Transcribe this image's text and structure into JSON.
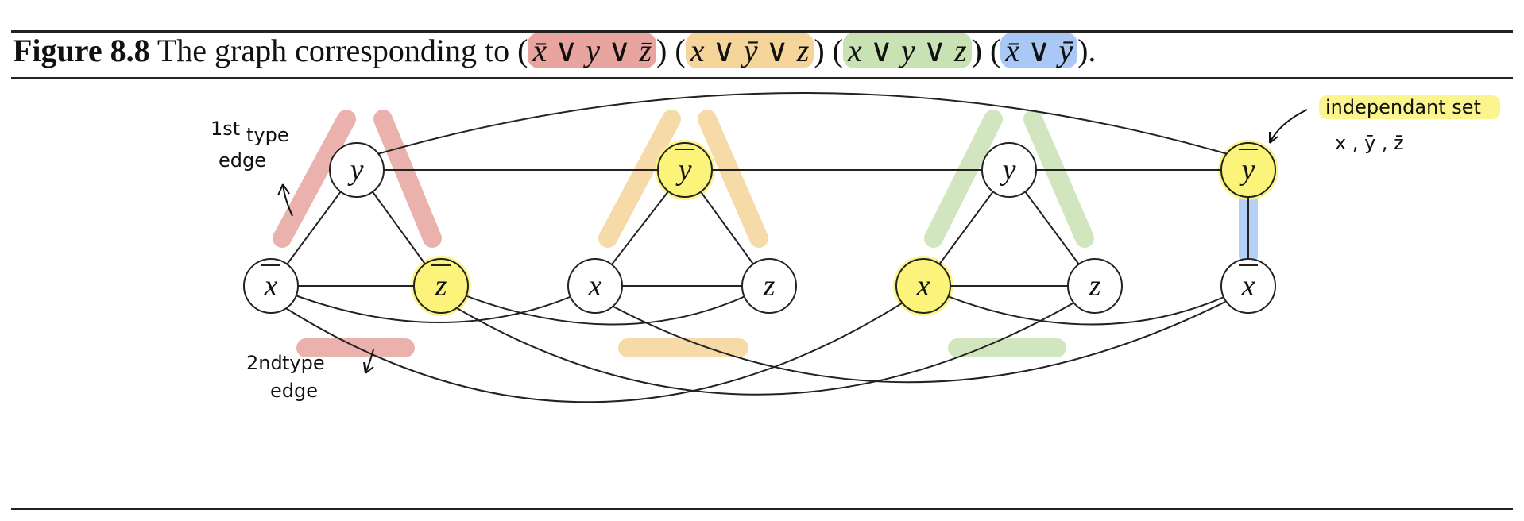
{
  "caption": {
    "figure_label": "Figure 8.8",
    "text": "The graph corresponding to",
    "clauses": [
      {
        "text": "x̄ ∨ y ∨ z̄",
        "color": "#e8a59f"
      },
      {
        "text": "x ∨ ȳ ∨ z",
        "color": "#f5d59a"
      },
      {
        "text": "x ∨ y ∨ z",
        "color": "#c9e2b4"
      },
      {
        "text": "x̄ ∨ ȳ",
        "color": "#a9c8f5"
      }
    ],
    "end": "."
  },
  "nodes": [
    {
      "label": "y",
      "negated": false,
      "highlight": false
    },
    {
      "label": "x",
      "negated": true,
      "highlight": false
    },
    {
      "label": "z",
      "negated": true,
      "highlight": true
    },
    {
      "label": "y",
      "negated": true,
      "highlight": true
    },
    {
      "label": "x",
      "negated": false,
      "highlight": false
    },
    {
      "label": "z",
      "negated": false,
      "highlight": false
    },
    {
      "label": "y",
      "negated": false,
      "highlight": false
    },
    {
      "label": "x",
      "negated": false,
      "highlight": true
    },
    {
      "label": "z",
      "negated": false,
      "highlight": false
    },
    {
      "label": "y",
      "negated": true,
      "highlight": true
    },
    {
      "label": "x",
      "negated": true,
      "highlight": false
    }
  ],
  "colors": {
    "clause_1": "#e8a59f",
    "clause_2": "#f5d59a",
    "clause_3": "#c9e2b4",
    "clause_4": "#a9c8f5",
    "independent_set": "#fbf37a"
  },
  "annotations": {
    "first_type_line1": "1st",
    "first_type_line2": "type",
    "first_type_line3": "edge",
    "second_type_line1": "2nd",
    "second_type_line2": "type",
    "second_type_line3": "edge",
    "independent_set": "independant set",
    "set_members": "x , ȳ , z̄"
  }
}
